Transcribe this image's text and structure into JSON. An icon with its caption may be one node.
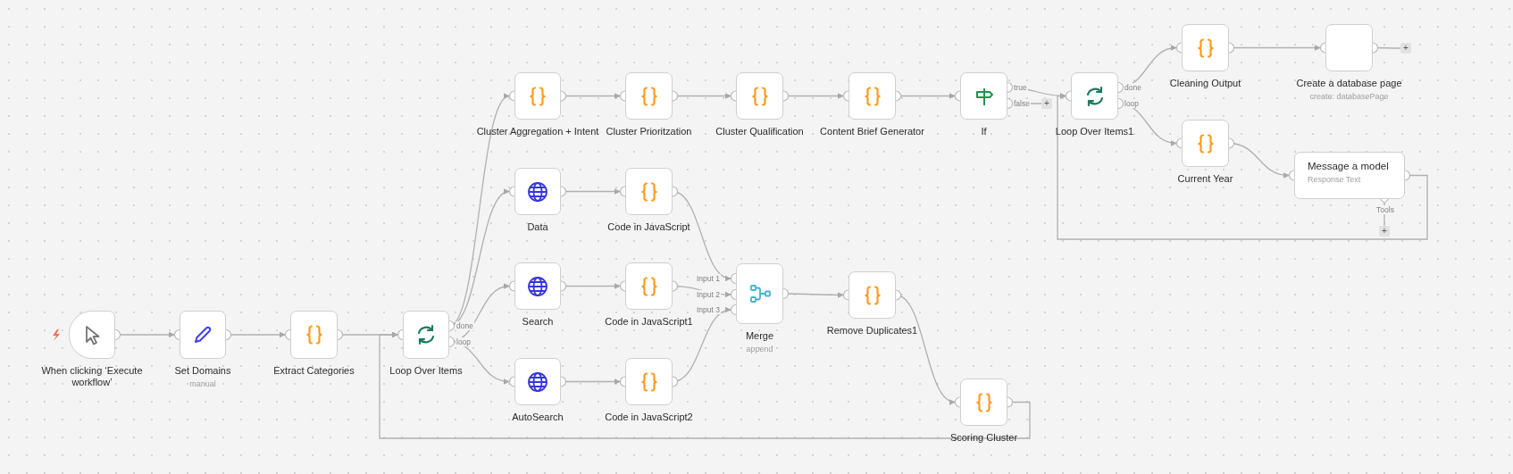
{
  "diagram": {
    "nodes": [
      {
        "text": [
          "When clicking ‘Execute workflow’"
        ]
      },
      {
        "text": [
          "Set Domains",
          "manual"
        ]
      },
      {
        "text": [
          "Extract Categories"
        ]
      },
      {
        "text": [
          "Loop Over Items"
        ]
      },
      {
        "text": [
          "Cluster Aggregation + Intent"
        ]
      },
      {
        "text": [
          "Cluster Prioritzation"
        ]
      },
      {
        "text": [
          "Cluster Qualification"
        ]
      },
      {
        "text": [
          "Content Brief Generator"
        ]
      },
      {
        "text": [
          "If"
        ]
      },
      {
        "text": [
          "Loop Over Items1"
        ]
      },
      {
        "text": [
          "Cleaning Output"
        ]
      },
      {
        "text": [
          "Create a database page",
          "create: databasePage"
        ]
      },
      {
        "text": [
          "+"
        ]
      },
      {
        "text": [
          "+"
        ]
      },
      {
        "text": [
          "Current Year"
        ]
      },
      {
        "text": [
          "Message a model",
          "Response Text"
        ]
      },
      {
        "text": [
          "+"
        ]
      },
      {
        "text": [
          "Data"
        ]
      },
      {
        "text": [
          "Code in JavaScript"
        ]
      },
      {
        "text": [
          "Search"
        ]
      },
      {
        "text": [
          "Code in JavaScript1"
        ]
      },
      {
        "text": [
          "AutoSearch"
        ]
      },
      {
        "text": [
          "Code in JavaScript2"
        ]
      },
      {
        "text": [
          "Merge",
          "append"
        ]
      },
      {
        "text": [
          "Remove Duplicates1"
        ]
      },
      {
        "text": [
          "Scoring Cluster"
        ]
      }
    ],
    "edges": [
      {
        "from": 0,
        "to": 1,
        "arrow": "to"
      },
      {
        "from": 1,
        "to": 2,
        "arrow": "to"
      },
      {
        "from": 2,
        "to": 3,
        "arrow": "to"
      },
      {
        "from": 3,
        "to": 4,
        "arrow": "to"
      },
      {
        "from": 3,
        "to": 17,
        "arrow": "to"
      },
      {
        "from": 3,
        "to": 19,
        "arrow": "to"
      },
      {
        "from": 3,
        "to": 21,
        "arrow": "to"
      },
      {
        "from": 4,
        "to": 5,
        "arrow": "to"
      },
      {
        "from": 5,
        "to": 6,
        "arrow": "to"
      },
      {
        "from": 6,
        "to": 7,
        "arrow": "to"
      },
      {
        "from": 7,
        "to": 8,
        "arrow": "to"
      },
      {
        "from": 8,
        "to": 9,
        "arrow": "to"
      },
      {
        "from": 8,
        "to": 13,
        "arrow": "none"
      },
      {
        "from": 9,
        "to": 10,
        "arrow": "to"
      },
      {
        "from": 9,
        "to": 14,
        "arrow": "to"
      },
      {
        "from": 10,
        "to": 11,
        "arrow": "to"
      },
      {
        "from": 11,
        "to": 12,
        "arrow": "none"
      },
      {
        "from": 14,
        "to": 15,
        "arrow": "to"
      },
      {
        "from": 15,
        "to": 9,
        "arrow": "to"
      },
      {
        "from": 15,
        "to": 16,
        "arrow": "other"
      },
      {
        "from": 17,
        "to": 18,
        "arrow": "to"
      },
      {
        "from": 19,
        "to": 20,
        "arrow": "to"
      },
      {
        "from": 21,
        "to": 22,
        "arrow": "to"
      },
      {
        "from": 18,
        "to": 23,
        "arrow": "to"
      },
      {
        "from": 20,
        "to": 23,
        "arrow": "to"
      },
      {
        "from": 22,
        "to": 23,
        "arrow": "to"
      },
      {
        "from": 23,
        "to": 24,
        "arrow": "to"
      },
      {
        "from": 24,
        "to": 25,
        "arrow": "to"
      },
      {
        "from": 25,
        "to": 3,
        "arrow": "to"
      }
    ],
    "labels": [
      "done",
      "loop",
      "true",
      "false",
      "done",
      "loop",
      "Input 1",
      "Input 2",
      "Input 3",
      "Tools"
    ]
  }
}
